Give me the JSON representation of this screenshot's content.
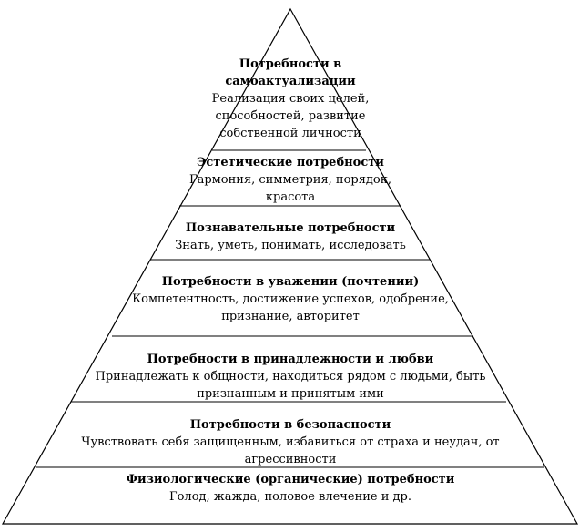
{
  "diagram": {
    "tiers": [
      {
        "title_lines": [
          "Потребности в",
          "самоактуализации"
        ],
        "desc_lines": [
          "Реализация своих целей,",
          "способностей, развитие",
          "собственной личности"
        ]
      },
      {
        "title_lines": [
          "Эстетические потребности"
        ],
        "desc_lines": [
          "Гармония, симметрия, порядок,",
          "красота"
        ]
      },
      {
        "title_lines": [
          "Познавательные потребности"
        ],
        "desc_lines": [
          "Знать, уметь, понимать, исследовать"
        ]
      },
      {
        "title_lines": [
          "Потребности в уважении (почтении)"
        ],
        "desc_lines": [
          "Компетентность, достижение успехов, одобрение,",
          "признание, авторитет"
        ]
      },
      {
        "title_lines": [
          "Потребности в принадлежности и любви"
        ],
        "desc_lines": [
          "Принадлежать к общности, находиться рядом с людьми, быть",
          "признанным и принятым ими"
        ]
      },
      {
        "title_lines": [
          "Потребности в безопасности"
        ],
        "desc_lines": [
          "Чувствовать себя защищенным, избавиться от страха и неудач, от",
          "агрессивности"
        ]
      },
      {
        "title_lines": [
          "Физиологические (органические) потребности"
        ],
        "desc_lines": [
          "Голод, жажда, половое влечение и др."
        ]
      }
    ]
  }
}
